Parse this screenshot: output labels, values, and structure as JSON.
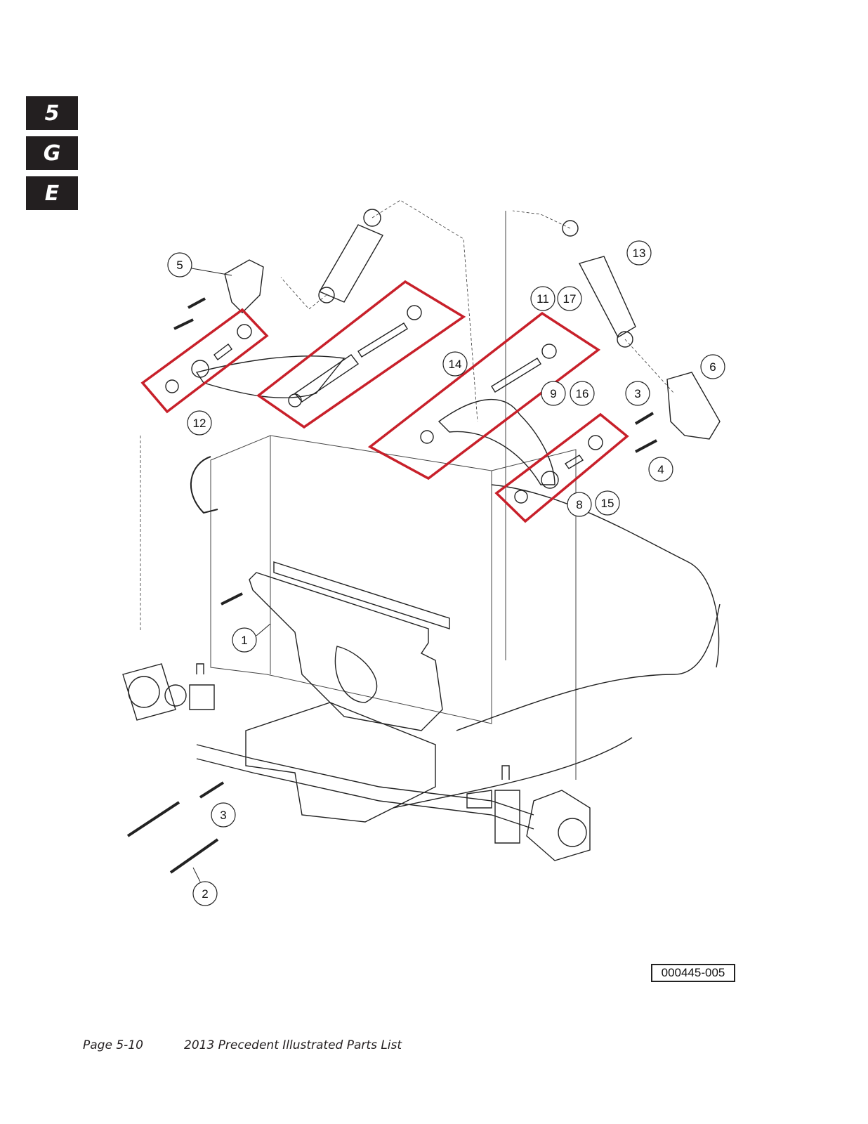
{
  "section_tabs": [
    "5",
    "G",
    "E"
  ],
  "diagram": {
    "title": "Front suspension exploded view",
    "figure_id": "000445-005",
    "callouts": [
      "1",
      "2",
      "3",
      "3",
      "4",
      "5",
      "6",
      "8",
      "9",
      "11",
      "12",
      "13",
      "14",
      "15",
      "16",
      "17"
    ],
    "highlight_color": "#c8202a"
  },
  "footer": {
    "page": "Page 5-10",
    "publication": "2013 Precedent Illustrated Parts List"
  }
}
